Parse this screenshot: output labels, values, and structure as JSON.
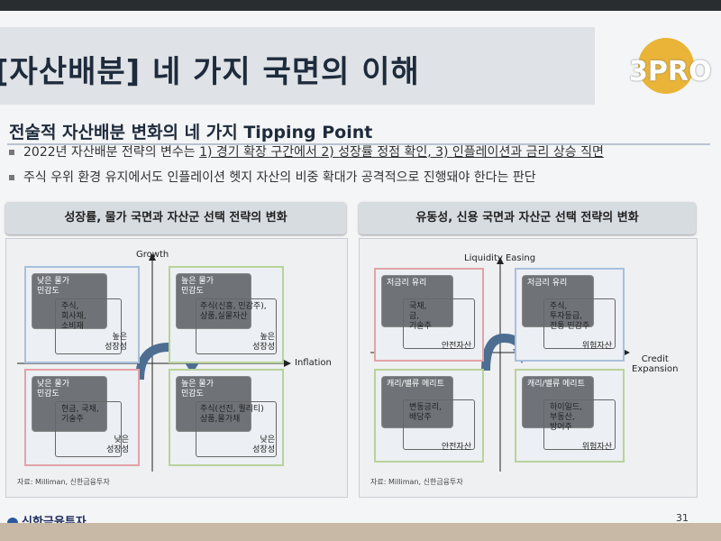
{
  "header": {
    "title": "[자산배분] 네 가지 국면의 이해",
    "logo": "3PRO"
  },
  "subtitle": "전술적 자산배분 변화의 네 가지 Tipping Point",
  "bullets": {
    "b1_plain": "2022년 자산배분 전략의 변수는 ",
    "b1_under": "1) 경기 확장 구간에서 2) 성장률 정점 확인, 3) 인플레이션과 금리 상승 직면",
    "b2": "주식 우위 환경 유지에서도 인플레이션 헷지 자산의 비중 확대가 공격적으로 진행돼야 한다는 판단"
  },
  "left": {
    "header": "성장률, 물가 국면과 자산군 선택 전략의 변화",
    "y_axis": "Growth",
    "x_axis": "Inflation",
    "q1": {
      "top": "낮은 물가\n민감도",
      "assets": "주식,\n회사채,\n소비재",
      "tag": "높은\n성장성"
    },
    "q2": {
      "top": "높은 물가\n민감도",
      "assets": "주식(신흥, 민감주),\n상품,실물자산",
      "tag": "높은\n성장성"
    },
    "q3": {
      "top": "낮은 물가\n민감도",
      "assets": "현금, 국채,\n기술주",
      "tag": "낮은\n성장성"
    },
    "q4": {
      "top": "높은 물가\n민감도",
      "assets": "주식(선진, 퀄리티)\n상품,물가채",
      "tag": "낮은\n성장성"
    },
    "source": "자료: Milliman, 신한금융투자"
  },
  "right": {
    "header": "유동성, 신용 국면과 자산군 선택 전략의 변화",
    "y_axis": "Liquidity Easing",
    "x_axis": "Credit\nExpansion",
    "q1": {
      "top": "저금리 유리",
      "assets": "국채,\n금,\n기술주",
      "tag": "안전자산"
    },
    "q2": {
      "top": "저금리 유리",
      "assets": "주식,\n투자등급,\n전통 민감주",
      "tag": "위험자산"
    },
    "q3": {
      "top": "캐리/밸류 메리트",
      "assets": "변동금리,\n배당주",
      "tag": "안전자산"
    },
    "q4": {
      "top": "캐리/밸류 메리트",
      "assets": "하이일드,\n부동산,\n방어주",
      "tag": "위험자산"
    },
    "source": "자료: Milliman, 신한금융투자"
  },
  "footer": {
    "company": "신한금융투자",
    "page": "31"
  },
  "colors": {
    "red_quad": "#e3a3a8",
    "green_quad": "#b9d39a",
    "blue_quad": "#a9c0dc"
  }
}
